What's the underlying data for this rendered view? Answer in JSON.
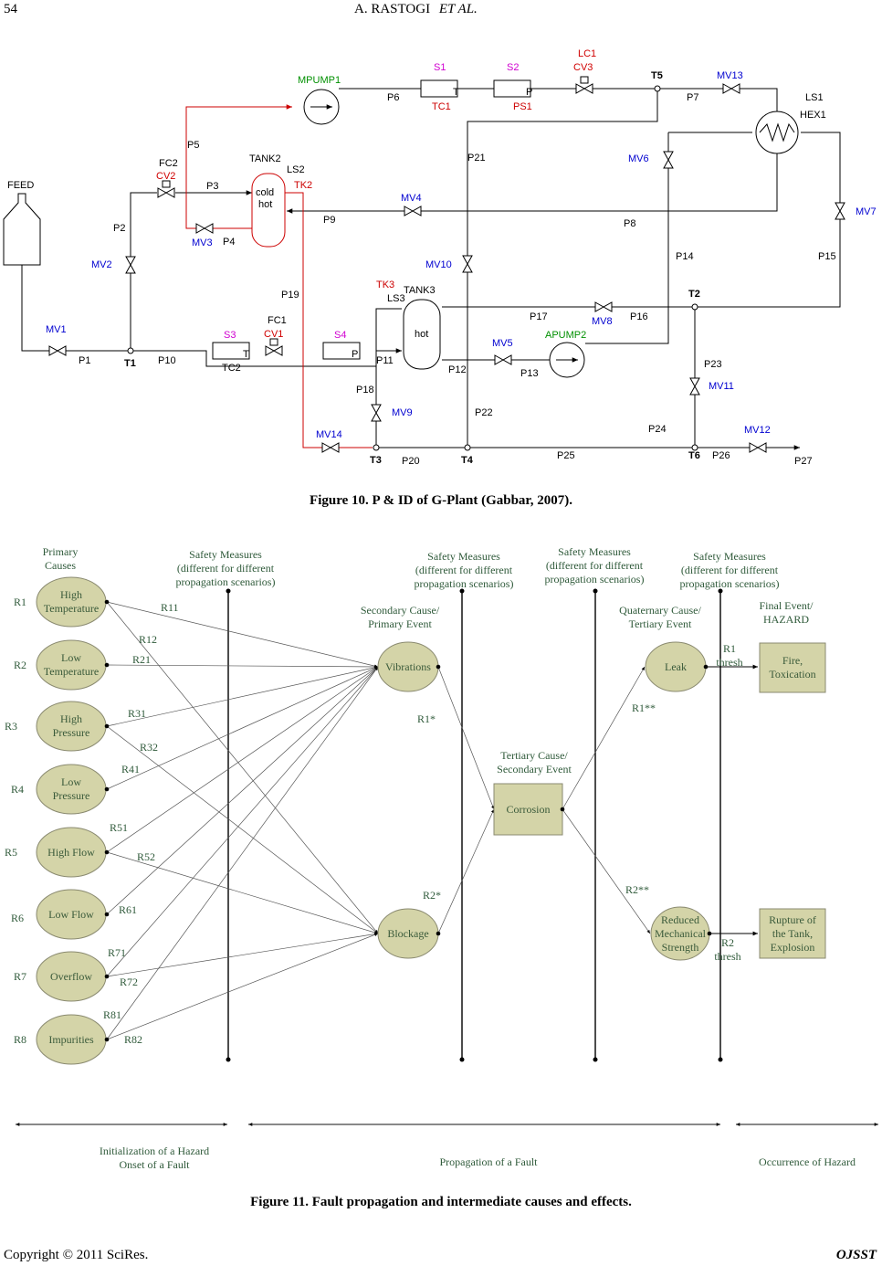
{
  "header": {
    "page_number": "54",
    "running_title": "A. RASTOGI",
    "running_etal": "ET AL."
  },
  "footer": {
    "copyright": "Copyright © 2011 SciRes.",
    "journal": "OJSST"
  },
  "figure10": {
    "caption": "Figure 10. P & ID of G-Plant (Gabbar, 2007).",
    "labels": {
      "feed": "FEED",
      "mpump1": "MPUMP1",
      "apump2": "APUMP2",
      "tank2": "TANK2",
      "tank2_cold": "cold",
      "tank2_hot": "hot",
      "ls2": "LS2",
      "tk2": "TK2",
      "tank3": "TANK3",
      "tank3_hot": "hot",
      "ls3": "LS3",
      "tk3": "TK3",
      "hex1": "HEX1",
      "ls1": "LS1",
      "s1": "S1",
      "s2": "S2",
      "s3": "S3",
      "s4": "S4",
      "tc1": "TC1",
      "ps1": "PS1",
      "tc2": "TC2",
      "lc1": "LC1",
      "cv3": "CV3",
      "fc2": "FC2",
      "cv2": "CV2",
      "fc1": "FC1",
      "cv1": "CV1",
      "mv1": "MV1",
      "mv2": "MV2",
      "mv3": "MV3",
      "mv4": "MV4",
      "mv5": "MV5",
      "mv6": "MV6",
      "mv7": "MV7",
      "mv8": "MV8",
      "mv9": "MV9",
      "mv10": "MV10",
      "mv11": "MV11",
      "mv12": "MV12",
      "mv13": "MV13",
      "mv14": "MV14",
      "t1": "T1",
      "t2": "T2",
      "t3": "T3",
      "t4": "T4",
      "t5": "T5",
      "t6": "T6",
      "p1": "P1",
      "p2": "P2",
      "p3": "P3",
      "p4": "P4",
      "p5": "P5",
      "p6": "P6",
      "p7": "P7",
      "p8": "P8",
      "p9": "P9",
      "p10": "P10",
      "p11": "P11",
      "p12": "P12",
      "p13": "P13",
      "p14": "P14",
      "p15": "P15",
      "p16": "P16",
      "p17": "P17",
      "p18": "P18",
      "p19": "P19",
      "p20": "P20",
      "p21": "P21",
      "p22": "P22",
      "p23": "P23",
      "p24": "P24",
      "p25": "P25",
      "p26": "P26",
      "p27": "P27",
      "sensor_t": "T",
      "sensor_p": "P"
    }
  },
  "figure11": {
    "caption": "Figure 11. Fault propagation and intermediate causes and effects.",
    "primary_causes_title": "Primary\nCauses",
    "safety_measures": "Safety Measures\n(different for different\npropagation scenarios)",
    "secondary_title": "Secondary Cause/\nPrimary Event",
    "tertiary_title": "Tertiary Cause/\nSecondary Event",
    "quaternary_title": "Quaternary Cause/\nTertiary Event",
    "final_title": "Final Event/\nHAZARD",
    "causes": [
      {
        "r": "R1",
        "label": "High\nTemperature"
      },
      {
        "r": "R2",
        "label": "Low\nTemperature"
      },
      {
        "r": "R3",
        "label": "High\nPressure"
      },
      {
        "r": "R4",
        "label": "Low\nPressure"
      },
      {
        "r": "R5",
        "label": "High Flow"
      },
      {
        "r": "R6",
        "label": "Low Flow"
      },
      {
        "r": "R7",
        "label": "Overflow"
      },
      {
        "r": "R8",
        "label": "Impurities"
      }
    ],
    "edge_labels": {
      "r11": "R11",
      "r12": "R12",
      "r21": "R21",
      "r31": "R31",
      "r32": "R32",
      "r41": "R41",
      "r51": "R51",
      "r52": "R52",
      "r61": "R61",
      "r71": "R71",
      "r72": "R72",
      "r81": "R81",
      "r82": "R82",
      "r1s": "R1*",
      "r2s": "R2*",
      "r1ss": "R1**",
      "r2ss": "R2**",
      "r1thresh": "R1\nthresh",
      "r2thresh": "R2\nthresh"
    },
    "nodes": {
      "vibrations": "Vibrations",
      "blockage": "Blockage",
      "corrosion": "Corrosion",
      "leak": "Leak",
      "reduced": "Reduced\nMechanical\nStrength",
      "fire": "Fire,\nToxication",
      "rupture": "Rupture of\nthe Tank,\nExplosion"
    },
    "phases": {
      "init": "Initialization of a Hazard\nOnset of a Fault",
      "propagation": "Propagation of a Fault",
      "occurrence": "Occurrence of Hazard"
    }
  }
}
